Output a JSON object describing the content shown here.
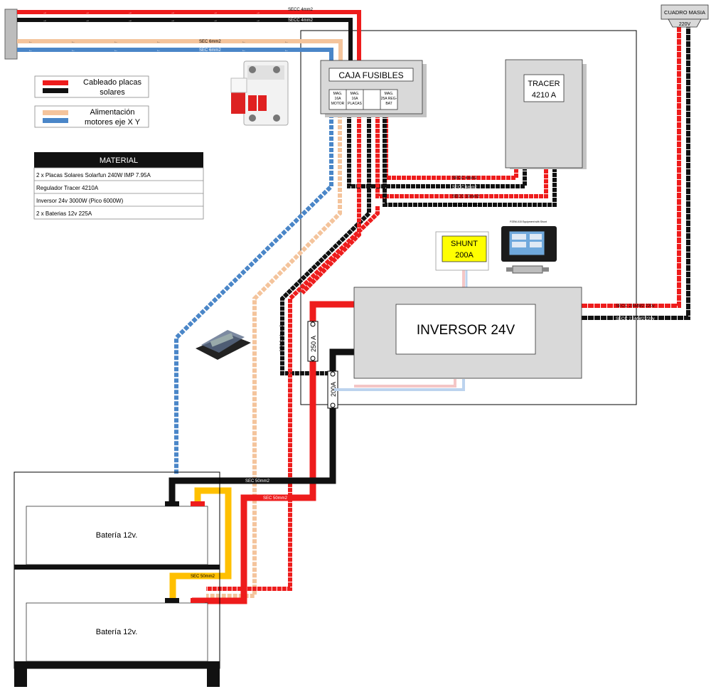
{
  "legend": {
    "solar_label_1": "Cableado placas",
    "solar_label_2": "solares",
    "motor_label_1": "Alimentación",
    "motor_label_2": "motores eje X Y"
  },
  "material": {
    "title": "MATERIAL",
    "items": [
      "2 x Placas Solares Solarfun 240W IMP 7.95A",
      "Regulador Tracer 4210A",
      "Inversor 24v 3000W (Pico 6000W)",
      "2 x Baterias 12v 225A"
    ]
  },
  "fuse_box": {
    "title": "CAJA FUSIBLES",
    "breakers": [
      [
        "MAG.",
        "16A",
        "MOTOR"
      ],
      [
        "MAG.",
        "16A",
        "PLACAS"
      ],
      [
        "",
        "",
        ""
      ],
      [
        "MAG.",
        "25A REG-",
        "BAT"
      ]
    ]
  },
  "tracer": {
    "line1": "TRACER",
    "line2": "4210 A"
  },
  "shunt": {
    "line1": "SHUNT",
    "line2": "200A"
  },
  "meter_caption": "PZEM-015 Equipment with Shunt",
  "inverter": {
    "label": "INVERSOR 24V"
  },
  "cuadro": {
    "title": "CUADRO MASIA",
    "voltage": "220V"
  },
  "fuses": {
    "f250": "250 A",
    "f200": "200A"
  },
  "batteries": {
    "b1": "Batería 12v.",
    "b2": "Batería 12v."
  },
  "wire_labels": {
    "top_red": "SECC 4mm2",
    "top_black": "SECC 4mm2",
    "motor_tan": "SEC 6mm2",
    "motor_blue": "SEC 6mm2",
    "tracer_red": "SECC 4mm2",
    "tracer_black": "SECC 4mm2",
    "bat_red": "SECC 10mm2",
    "bat_black": "SECC 10mm2",
    "inv_red_out": "SECC 2.5MM2 220v",
    "inv_black_out": "SECC 2.5MM2 220v",
    "sec50_black": "SEC 50mm2",
    "sec50_red": "SEC 50mm2",
    "sec50_yellow": "SEC 50mm2",
    "secc10_vert": "SECC 10mm2"
  },
  "colors": {
    "red": "#ee1c1c",
    "black": "#111111",
    "tan": "#f4c49c",
    "blue": "#4a86c8",
    "yellow": "#ffc000",
    "box_gray": "#d9d9d9",
    "shunt_yellow": "#ffff00"
  }
}
